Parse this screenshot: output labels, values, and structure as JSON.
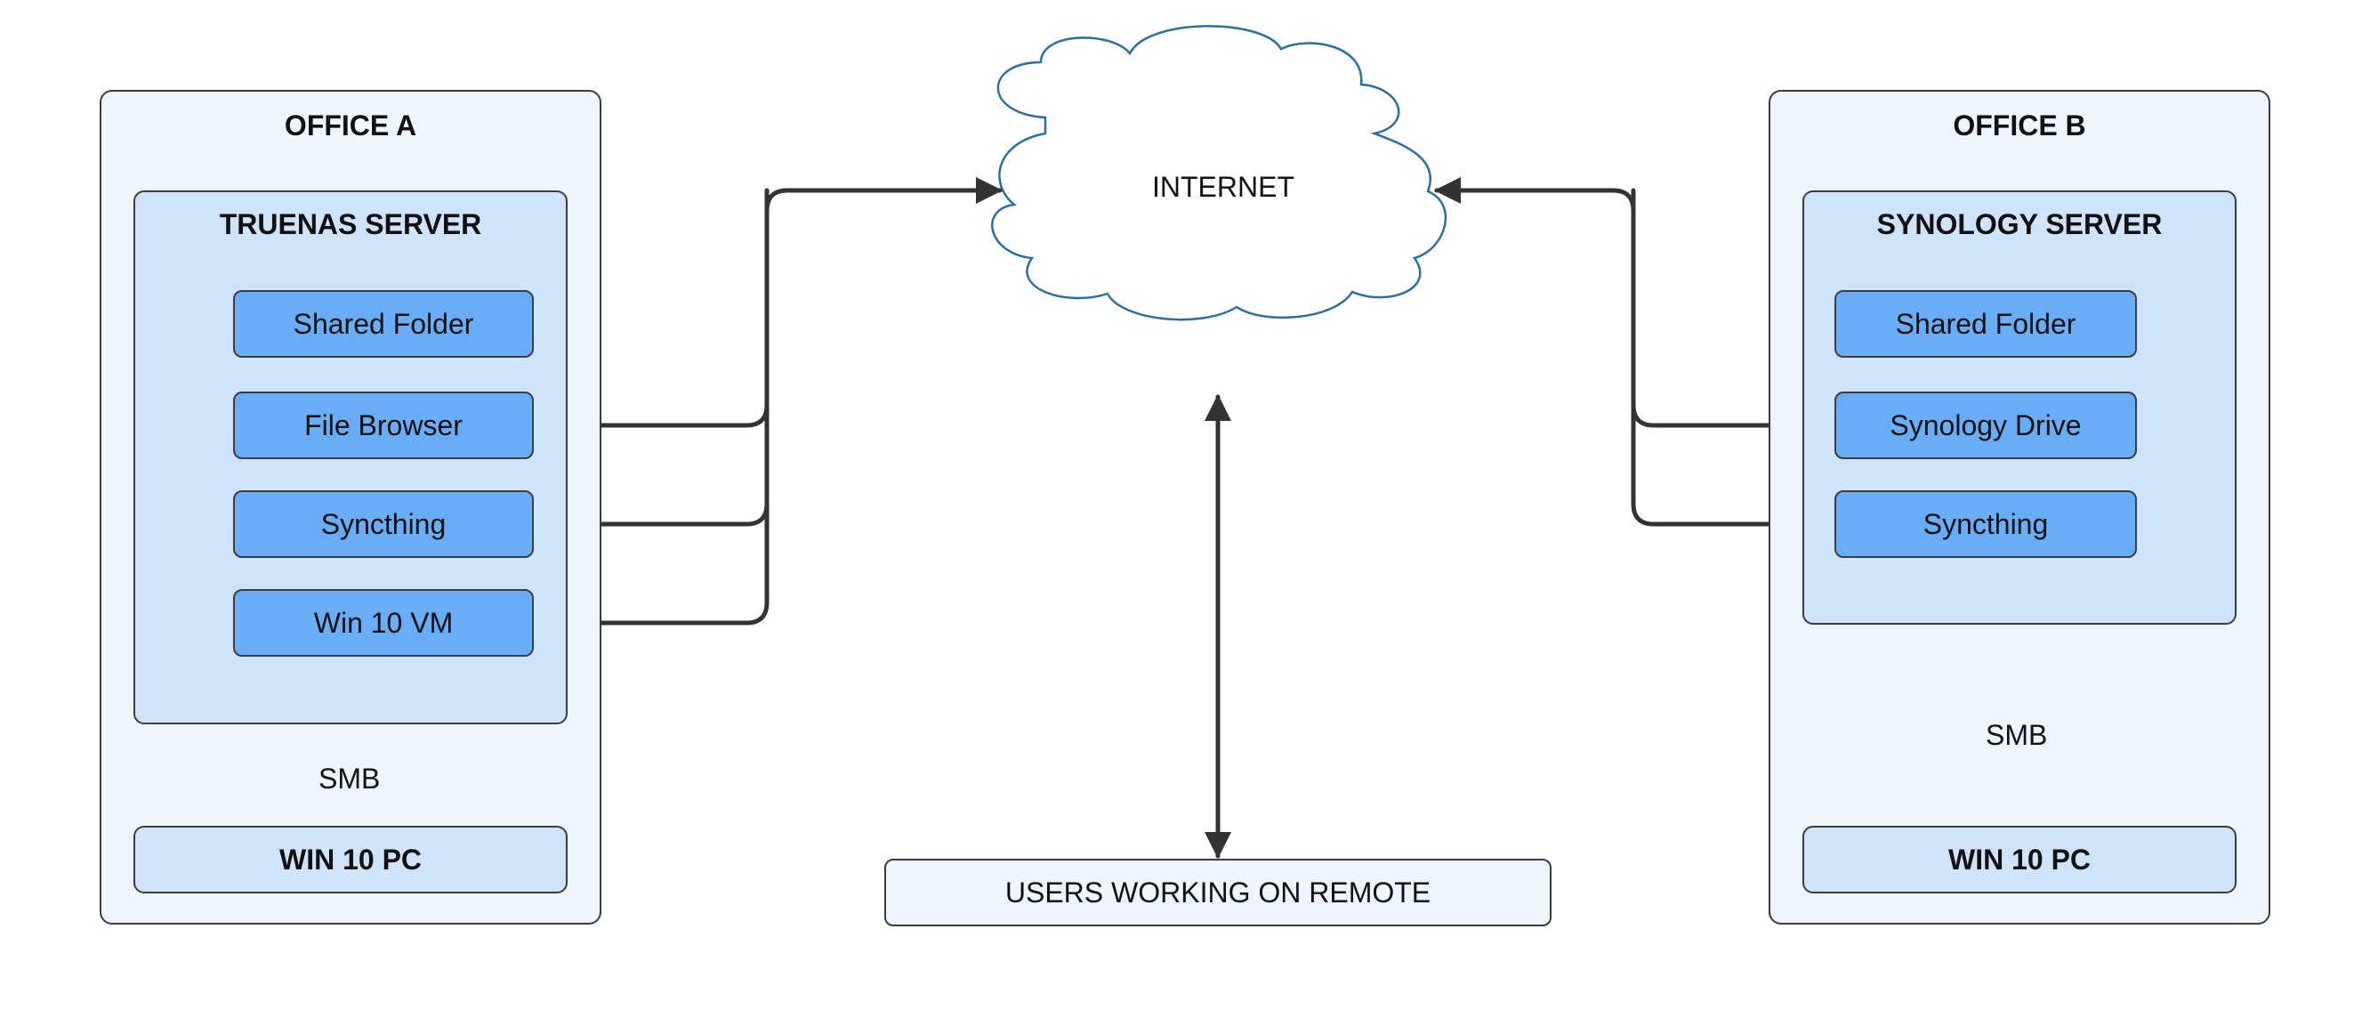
{
  "office_a": {
    "title": "OFFICE A",
    "server": {
      "title": "TRUENAS SERVER",
      "apps": [
        "Shared Folder",
        "File Browser",
        "Syncthing",
        "Win 10 VM"
      ]
    },
    "connection_label": "SMB",
    "pc_label": "WIN 10 PC"
  },
  "office_b": {
    "title": "OFFICE B",
    "server": {
      "title": "SYNOLOGY SERVER",
      "apps": [
        "Shared Folder",
        "Synology Drive",
        "Syncthing"
      ]
    },
    "connection_label": "SMB",
    "pc_label": "WIN 10 PC"
  },
  "internet": {
    "label": "INTERNET"
  },
  "remote": {
    "label": "USERS WORKING ON REMOTE"
  },
  "colors": {
    "office_fill": "#eef5fd",
    "server_fill": "#cfe3fb",
    "app_fill": "#6aadf7",
    "connector": "#333333",
    "cloud_stroke": "#2a6f9e"
  }
}
